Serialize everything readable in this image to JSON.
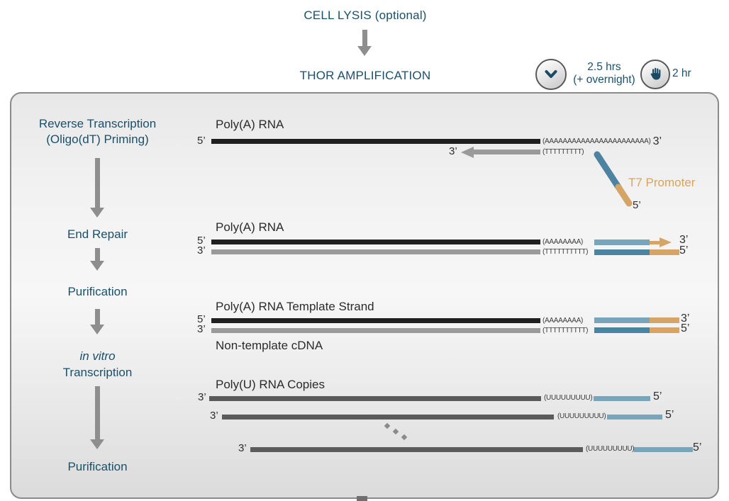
{
  "colors": {
    "teal": "#1a506b",
    "tan": "#d4a566",
    "tan-text": "#d8a45c",
    "blue-light": "#79a5ba",
    "blue-dark": "#4c83a1",
    "bar-black": "#1f1f1f",
    "bar-gray": "#9a9a9a",
    "bar-darkgray": "#5b5b5b",
    "arrow-gray": "#8e8e8e",
    "icon-navy": "#1b4a63"
  },
  "header": {
    "cell_lysis": "CELL LYSIS (optional)",
    "thor": "THOR AMPLIFICATION",
    "time_total_line1": "2.5 hrs",
    "time_total_line2": "(+ overnight)",
    "time_hands_on": "2 hr"
  },
  "steps": [
    {
      "label": "Reverse Transcription",
      "label2": "(Oligo(dT) Priming)"
    },
    {
      "label": "End Repair"
    },
    {
      "label": "Purification"
    },
    {
      "label_italic": "in vitro",
      "label2": "Transcription"
    },
    {
      "label": "Purification"
    }
  ],
  "rows": {
    "row1": {
      "title": "Poly(A) RNA",
      "top_left": "5’",
      "top_seq": "(AAAAAAAAAAAAAAAAAAAAAAA)",
      "top_right": "3’",
      "bottom_left": "3’",
      "bottom_seq": "(TTTTTTTTT)",
      "t7_label": "T7 Promoter",
      "t7_end": "5’"
    },
    "row2": {
      "title": "Poly(A) RNA",
      "top_left": "5’",
      "top_seq": "(AAAAAAAA)",
      "top_right": "3’",
      "bottom_left": "3’",
      "bottom_seq": "(TTTTTTTTTT)",
      "bottom_right": "5’"
    },
    "row3": {
      "title": "Poly(A) RNA Template Strand",
      "subtitle": "Non-template cDNA",
      "top_left": "5’",
      "top_seq": "(AAAAAAAA)",
      "top_right": "3’",
      "bottom_left": "3’",
      "bottom_seq": "(TTTTTTTTTT)",
      "bottom_right": "5’"
    },
    "row4": {
      "title": "Poly(U) RNA Copies",
      "copies": [
        {
          "left": "3’",
          "seq": "(UUUUUUUUU)",
          "right": "5’"
        },
        {
          "left": "3’",
          "seq": "(UUUUUUUUU)",
          "right": "5’"
        },
        {
          "left": "3’",
          "seq": "(UUUUUUUUU)",
          "right": "5’"
        }
      ]
    }
  }
}
